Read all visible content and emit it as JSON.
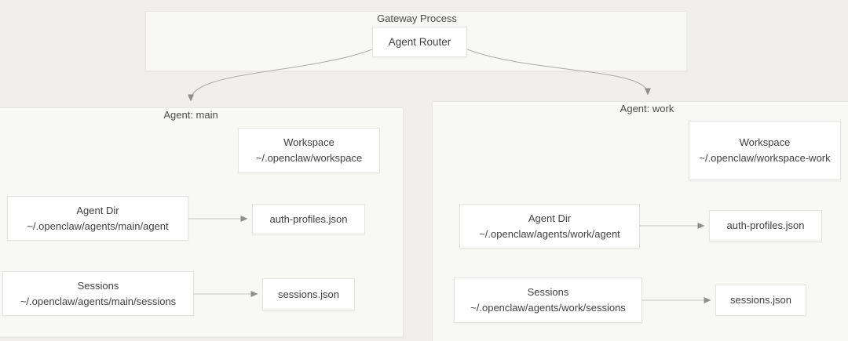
{
  "gateway": {
    "label": "Gateway Process",
    "router": "Agent Router"
  },
  "agent_main": {
    "label": "Agent: main",
    "workspace_title": "Workspace",
    "workspace_path": "~/.openclaw/workspace",
    "agent_dir_title": "Agent Dir",
    "agent_dir_path": "~/.openclaw/agents/main/agent",
    "sessions_title": "Sessions",
    "sessions_path": "~/.openclaw/agents/main/sessions",
    "auth_file": "auth-profiles.json",
    "sessions_file": "sessions.json"
  },
  "agent_work": {
    "label": "Agent: work",
    "workspace_title": "Workspace",
    "workspace_path": "~/.openclaw/workspace-work",
    "agent_dir_title": "Agent Dir",
    "agent_dir_path": "~/.openclaw/agents/work/agent",
    "sessions_title": "Sessions",
    "sessions_path": "~/.openclaw/agents/work/sessions",
    "auth_file": "auth-profiles.json",
    "sessions_file": "sessions.json"
  },
  "colors": {
    "page_bg": "#f0efed",
    "container_bg": "#f8f8f7",
    "container_border": "#e9e8e6",
    "node_bg": "#ffffff",
    "node_border": "#e6e5e3",
    "arrow_line": "#b3b3b3",
    "arrow_head": "#8f8f8f",
    "text": "#3f3f3f"
  }
}
